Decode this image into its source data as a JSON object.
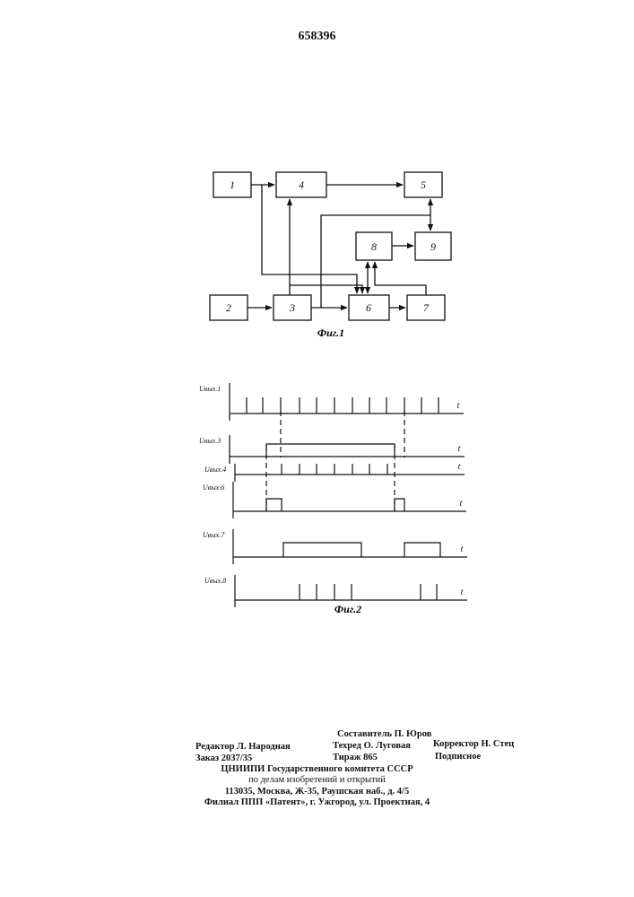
{
  "page_number": "658396",
  "figure1": {
    "caption": "Фиг.1",
    "blocks": [
      "1",
      "2",
      "3",
      "4",
      "5",
      "6",
      "7",
      "8",
      "9"
    ]
  },
  "figure2": {
    "caption": "Фиг.2",
    "time_label": "t",
    "signals": [
      {
        "label": "Uвых.1",
        "type": "pulse_train",
        "pulses": [
          275,
          293,
          313,
          334,
          353,
          373,
          393,
          412,
          431,
          451,
          470,
          489
        ]
      },
      {
        "label": "Uвых.3",
        "type": "rect",
        "levels": [
          [
            297,
            440
          ]
        ]
      },
      {
        "label": "Uвых.4",
        "type": "pulse_train",
        "pulses": [
          314,
          334,
          353,
          373,
          393,
          412,
          432
        ]
      },
      {
        "label": "Uвых.6",
        "type": "rect",
        "levels": [
          [
            297,
            314
          ],
          [
            440,
            451
          ]
        ]
      },
      {
        "label": "Uвых.7",
        "type": "rect",
        "levels": [
          [
            316,
            403
          ],
          [
            451,
            491
          ]
        ]
      },
      {
        "label": "Uвых.8",
        "type": "pulse_train",
        "pulses": [
          334,
          353,
          373,
          392,
          469,
          487
        ]
      }
    ]
  },
  "footer": {
    "composer": "Составитель П. Юров",
    "editor": "Редактор Л. Народная",
    "techred": "Техред О. Луговая",
    "corrector": "Корректор Н. Стец",
    "order": "Заказ 2037/35",
    "circulation": "Тираж 865",
    "subscription": "Подписное",
    "org1": "ЦНИИПИ Государственного комитета СССР",
    "org2": "по делам изобретений и открытий",
    "address": "113035, Москва, Ж-35, Раушская наб., д. 4/5",
    "branch": "Филиал ППП «Патент», г. Ужгород, ул. Проектная, 4"
  }
}
